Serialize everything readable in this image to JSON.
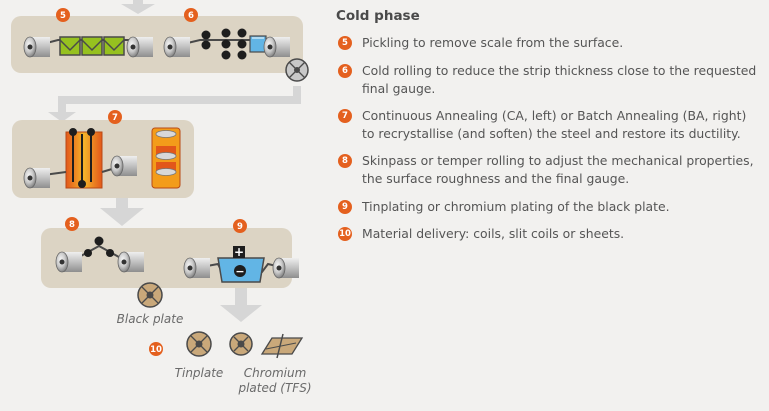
{
  "panel": {
    "heading": "Cold phase",
    "steps": [
      {
        "num": "5",
        "text": "Pickling to remove scale from the surface."
      },
      {
        "num": "6",
        "text": "Cold rolling to reduce the strip thickness close to the requested final gauge."
      },
      {
        "num": "7",
        "text": "Continuous Annealing (CA, left) or Batch Annealing (BA, right) to recrystallise (and soften) the steel and restore its ductility."
      },
      {
        "num": "8",
        "text": "Skinpass or temper rolling to adjust the mechanical properties, the surface roughness and the final gauge."
      },
      {
        "num": "9",
        "text": "Tinplating or chromium plating of the black plate."
      },
      {
        "num": "10",
        "text": "Material delivery: coils, slit coils or sheets."
      }
    ]
  },
  "diagram": {
    "badges": [
      "5",
      "6",
      "7",
      "8",
      "9",
      "10"
    ],
    "labels": {
      "black_plate": "Black plate",
      "tinplate": "Tinplate",
      "chromium_line1": "Chromium",
      "chromium_line2": "plated (TFS)"
    },
    "plating_signs": {
      "anode": "+",
      "cathode": "−"
    },
    "colors": {
      "accent": "#e4601e",
      "process_box": "#dcd4c4",
      "pickling_tank": "#96c11f",
      "rinse_water": "#62b5e5",
      "furnace": "#f39c1a",
      "coil_core": "#c9a87a"
    }
  }
}
